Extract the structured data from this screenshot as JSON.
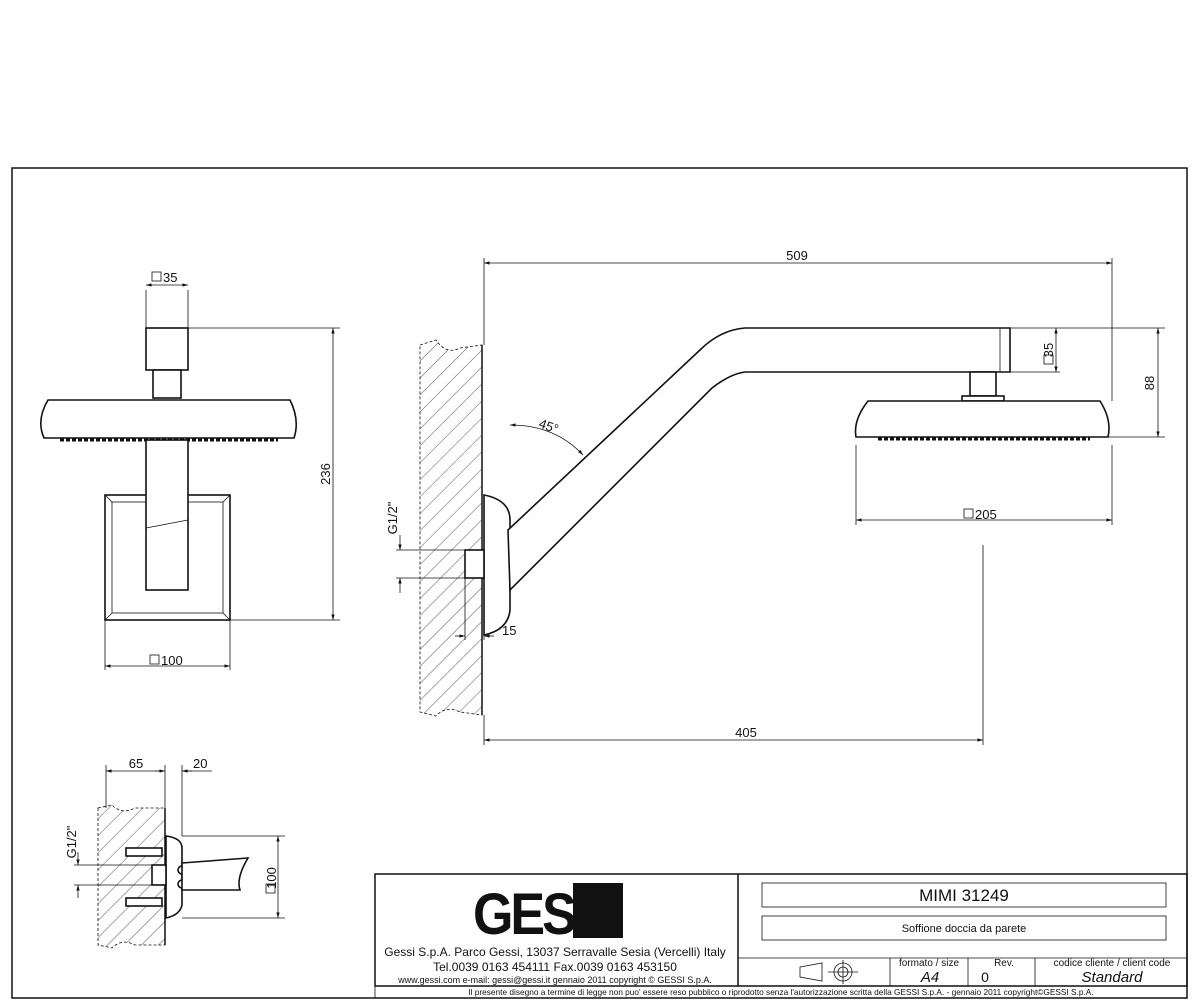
{
  "dimensions": {
    "front": {
      "square_35": "35",
      "height_236": "236",
      "square_100": "100"
    },
    "side": {
      "length_509": "509",
      "square_35": "35",
      "height_88": "88",
      "angle_45": "45°",
      "thread_g12": "G1/2\"",
      "square_205": "205",
      "offset_15": "15",
      "length_405": "405"
    },
    "section": {
      "d65": "65",
      "d20": "20",
      "thread_g12": "G1/2\"",
      "square_100": "100"
    }
  },
  "title_block": {
    "logo": "GESSI",
    "company_line": "Gessi S.p.A. Parco Gessi, 13037 Serravalle Sesia (Vercelli) Italy",
    "phone_line": "Tel.0039 0163 454111 Fax.0039 0163 453150",
    "web_line": "www.gessi.com  e-mail: gessi@gessi.it   gennaio 2011   copyright © GESSI S.p.A.",
    "product_code": "MIMI  31249",
    "product_desc": "Soffione doccia da parete",
    "format_label": "formato / size",
    "format_value": "A4",
    "rev_label": "Rev.",
    "rev_value": "0",
    "client_label": "codice cliente / client code",
    "client_value": "Standard",
    "footer": "Il presente disegno a termine di legge non puo' essere reso pubblico o riprodotto senza l'autorizzazione scritta della GESSI S.p.A. - gennaio 2011 copyright©GESSI S.p.A."
  }
}
